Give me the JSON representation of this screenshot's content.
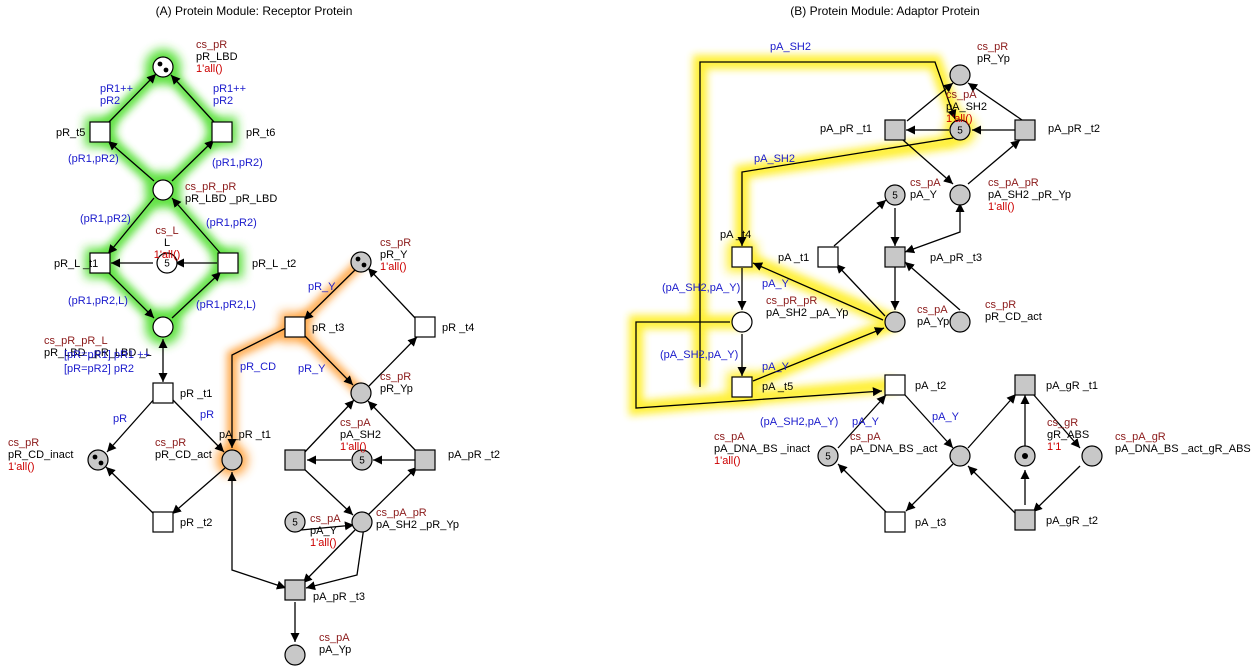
{
  "titles": {
    "a": "(A) Protein Module: Receptor Protein",
    "b": "(B) Protein Module: Adaptor Protein"
  },
  "colors": {
    "node_white": "#ffffff",
    "node_grey": "#c8c8c8",
    "stroke": "#000000",
    "colorset": "#8b1a1a",
    "initial_marking": "#cc0000",
    "arc_inscription": "#1a1acc",
    "glow_green": "#44dd22",
    "glow_orange": "#ff9a2a",
    "glow_yellow": "#ffee22"
  },
  "places": [
    {
      "id": "pR_LBD",
      "cs": "cs_pR",
      "name": "pR_LBD",
      "init": "1'all()",
      "tokens": "2",
      "fill": "white"
    },
    {
      "id": "pR_LBD_pR_LBD",
      "cs": "cs_pR_pR",
      "name": "pR_LBD _pR_LBD",
      "fill": "white"
    },
    {
      "id": "L",
      "cs": "cs_L",
      "name": "L",
      "init": "1'all()",
      "count": "5",
      "fill": "white"
    },
    {
      "id": "pR_LBD_pR_LBD_L",
      "cs": "cs_pR_pR_L",
      "name": "pR_LBD _pR_LBD _L",
      "fill": "white"
    },
    {
      "id": "pR_CD_inact",
      "cs": "cs_pR",
      "name": "pR_CD_inact",
      "init": "1'all()",
      "tokens": "2",
      "fill": "grey"
    },
    {
      "id": "pR_CD_act",
      "cs": "cs_pR",
      "name": "pR_CD_act",
      "fill": "grey"
    },
    {
      "id": "pR_Y",
      "cs": "cs_pR",
      "name": "pR_Y",
      "init": "1'all()",
      "tokens": "2",
      "fill": "grey"
    },
    {
      "id": "pR_Yp",
      "cs": "cs_pR",
      "name": "pR_Yp",
      "fill": "grey"
    },
    {
      "id": "pA_SH2",
      "cs": "cs_pA",
      "name": "pA_SH2",
      "init": "1'all()",
      "count": "5",
      "fill": "grey"
    },
    {
      "id": "pA_Y",
      "cs": "cs_pA",
      "name": "pA_Y",
      "init": "1'all()",
      "count": "5",
      "fill": "grey"
    },
    {
      "id": "pA_SH2_pR_Yp",
      "cs": "cs_pA_pR",
      "name": "pA_SH2 _pR_Yp",
      "fill": "grey"
    },
    {
      "id": "pA_Yp",
      "cs": "cs_pA",
      "name": "pA_Yp",
      "fill": "grey"
    },
    {
      "id": "B_pR_Yp",
      "cs": "cs_pR",
      "name": "pR_Yp",
      "fill": "grey"
    },
    {
      "id": "B_pA_SH2",
      "cs": "cs_pA",
      "name": "pA_SH2",
      "init": "1'all()",
      "count": "5",
      "fill": "grey"
    },
    {
      "id": "B_pA_Y",
      "cs": "cs_pA",
      "name": "pA_Y",
      "count": "5",
      "fill": "grey"
    },
    {
      "id": "B_pA_SH2_pR_Yp",
      "cs": "cs_pA_pR",
      "name": "pA_SH2 _pR_Yp",
      "init": "1'all()",
      "fill": "grey"
    },
    {
      "id": "B_pA_SH2_pA_Yp",
      "cs": "cs_pR_pR",
      "name": "pA_SH2 _pA_Yp",
      "fill": "white"
    },
    {
      "id": "B_pA_Yp",
      "cs": "cs_pA",
      "name": "pA_Yp",
      "fill": "grey"
    },
    {
      "id": "B_pR_CD_act",
      "cs": "cs_pR",
      "name": "pR_CD_act",
      "fill": "grey"
    },
    {
      "id": "B_pA_DNA_BS_inact",
      "cs": "cs_pA",
      "name": "pA_DNA_BS _inact",
      "init": "1'all()",
      "count": "5",
      "fill": "grey"
    },
    {
      "id": "B_pA_DNA_BS_act",
      "cs": "cs_pA",
      "name": "pA_DNA_BS _act",
      "fill": "grey"
    },
    {
      "id": "B_gR_ABS",
      "cs": "cs_gR",
      "name": "gR_ABS",
      "init": "1'1",
      "tokens": "1",
      "fill": "grey"
    },
    {
      "id": "B_pA_DNA_BS_act_gR_ABS",
      "cs": "cs_pA_gR",
      "name": "pA_DNA_BS _act_gR_ABS",
      "fill": "grey"
    }
  ],
  "transitions": [
    {
      "id": "pR_t5",
      "name": "pR_t5",
      "fill": "white"
    },
    {
      "id": "pR_t6",
      "name": "pR_t6",
      "fill": "white"
    },
    {
      "id": "pR_L_t1",
      "name": "pR_L _t1",
      "fill": "white"
    },
    {
      "id": "pR_L_t2",
      "name": "pR_L _t2",
      "fill": "white"
    },
    {
      "id": "pR_t1",
      "name": "pR _t1",
      "fill": "white"
    },
    {
      "id": "pR_t2",
      "name": "pR _t2",
      "fill": "white"
    },
    {
      "id": "pR_t3",
      "name": "pR _t3",
      "fill": "white"
    },
    {
      "id": "pR_t4",
      "name": "pR _t4",
      "fill": "white"
    },
    {
      "id": "pA_pR_t1",
      "name": "pA_pR _t1",
      "fill": "grey"
    },
    {
      "id": "pA_pR_t2",
      "name": "pA_pR _t2",
      "fill": "grey"
    },
    {
      "id": "pA_pR_t3",
      "name": "pA_pR _t3",
      "fill": "grey"
    },
    {
      "id": "B_pA_pR_t1",
      "name": "pA_pR _t1",
      "fill": "grey"
    },
    {
      "id": "B_pA_pR_t2",
      "name": "pA_pR _t2",
      "fill": "grey"
    },
    {
      "id": "B_pA_pR_t3",
      "name": "pA_pR _t3",
      "fill": "grey"
    },
    {
      "id": "B_pA_t1",
      "name": "pA _t1",
      "fill": "white"
    },
    {
      "id": "B_pA_t4",
      "name": "pA _t4",
      "fill": "white"
    },
    {
      "id": "B_pA_t5",
      "name": "pA _t5",
      "fill": "white"
    },
    {
      "id": "B_pA_t2",
      "name": "pA _t2",
      "fill": "white"
    },
    {
      "id": "B_pA_t3",
      "name": "pA _t3",
      "fill": "white"
    },
    {
      "id": "B_pA_gR_t1",
      "name": "pA_gR _t1",
      "fill": "grey"
    },
    {
      "id": "B_pA_gR_t2",
      "name": "pA_gR _t2",
      "fill": "grey"
    }
  ],
  "inscriptions": {
    "pR1pp_pR2_left": [
      "pR1++",
      "pR2"
    ],
    "pR1pp_pR2_right": [
      "pR1++",
      "pR2"
    ],
    "pR1_pR2": "(pR1,pR2)",
    "pR1_pR2_L": "(pR1,pR2,L)",
    "guarded": [
      "[pR=pR1] pR1 ++",
      "[pR=pR2] pR2"
    ],
    "pR": "pR",
    "pR_CD": "pR_CD",
    "pR_Y": "pR_Y",
    "pA_SH2": "pA_SH2",
    "pA_Y": "pA_Y",
    "pA_SH2_pA_Y": "(pA_SH2,pA_Y)"
  }
}
